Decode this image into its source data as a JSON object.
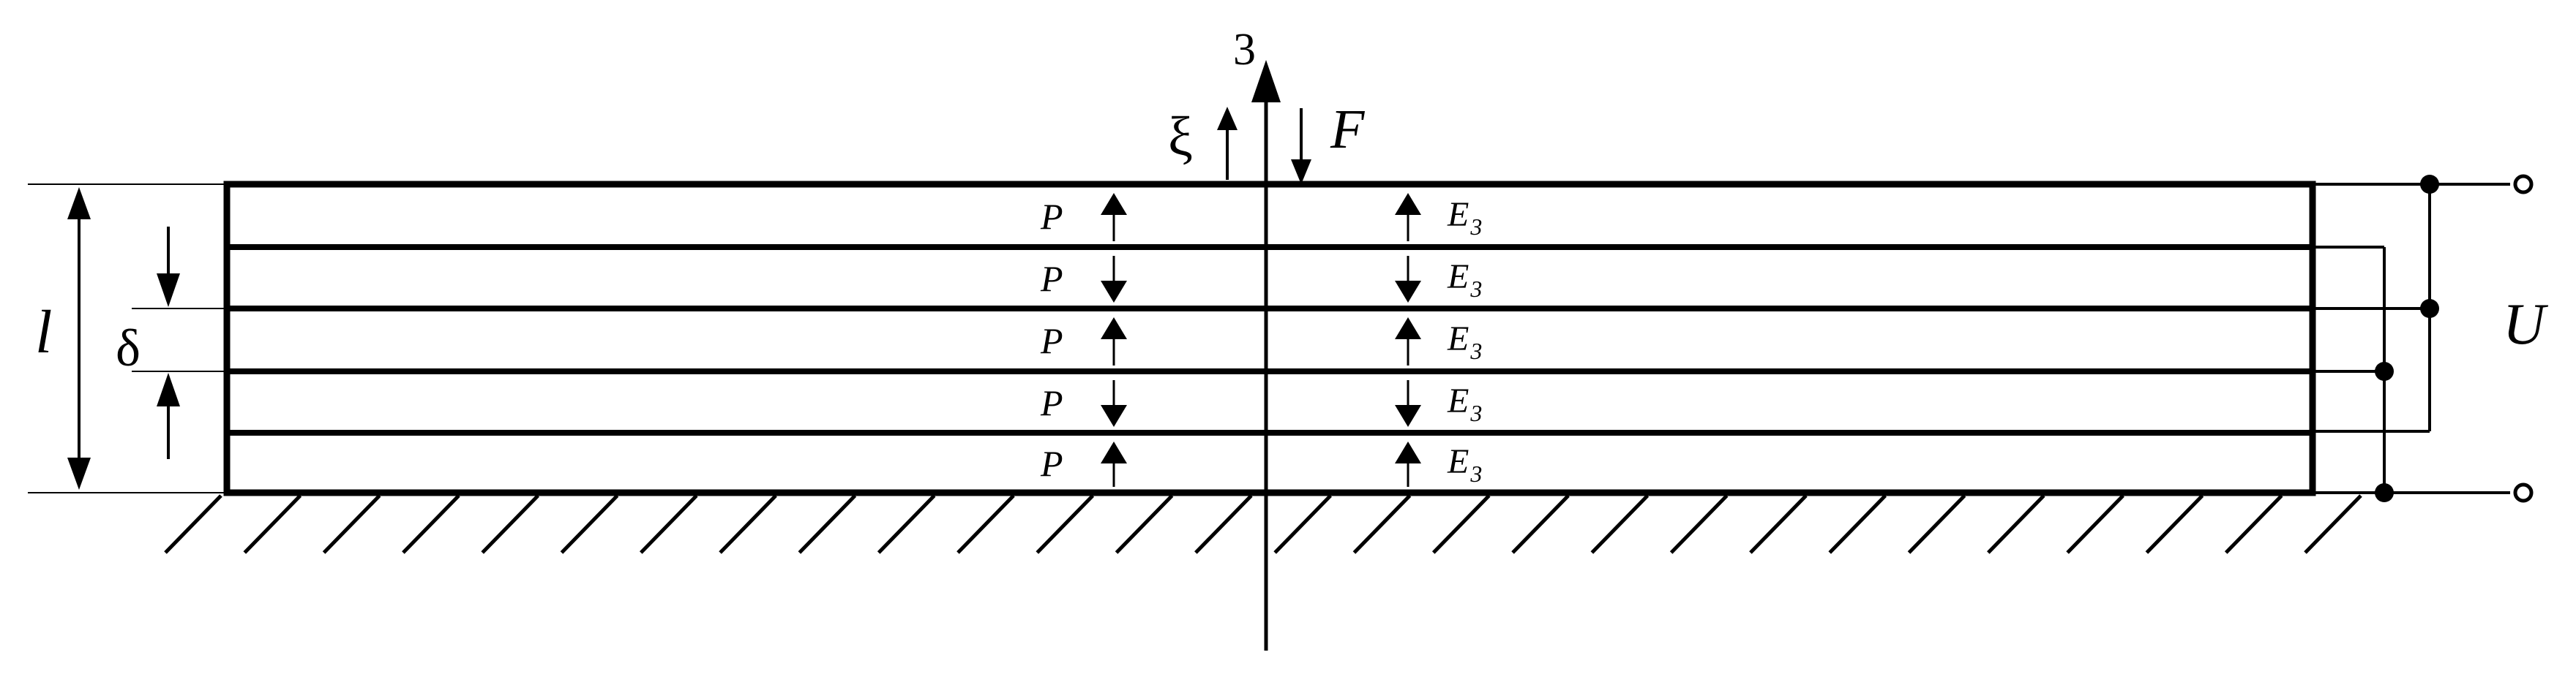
{
  "labels": {
    "axis": "3",
    "displacement": "ξ",
    "force": "F",
    "length": "l",
    "thickness": "δ",
    "voltage": "U",
    "polarization": "P",
    "field_letter": "E",
    "field_index": "3"
  },
  "layers": [
    {
      "polarization": "up",
      "field": "up"
    },
    {
      "polarization": "down",
      "field": "down"
    },
    {
      "polarization": "up",
      "field": "up"
    },
    {
      "polarization": "down",
      "field": "down"
    },
    {
      "polarization": "up",
      "field": "up"
    }
  ],
  "ground_hatch_count": 28,
  "color": "#000000"
}
